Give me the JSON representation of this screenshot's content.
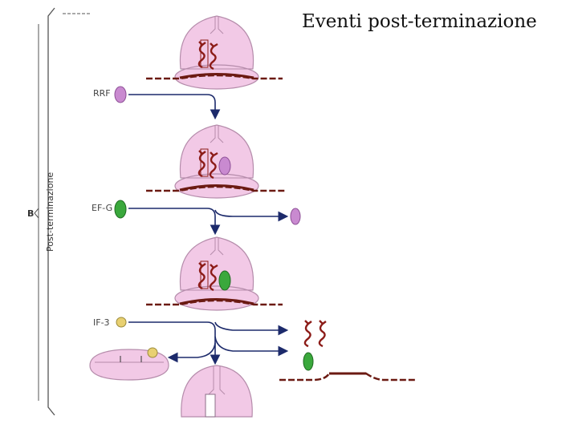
{
  "title": "Eventi post-terminazione",
  "section": {
    "letter": "B",
    "bracket_label": "Post-terminazione"
  },
  "factors": [
    {
      "label": "RRF",
      "color": "#c98ad0"
    },
    {
      "label": "EF-G",
      "color": "#3aa83c"
    },
    {
      "label": "IF-3",
      "color": "#e8d071"
    }
  ],
  "colors": {
    "ribosome": "#f2c9e6",
    "ribosome_outline": "#b58cab",
    "mrna": "#6b1a12",
    "trna": "#8c1c18",
    "arrow": "#1c2a6b"
  }
}
